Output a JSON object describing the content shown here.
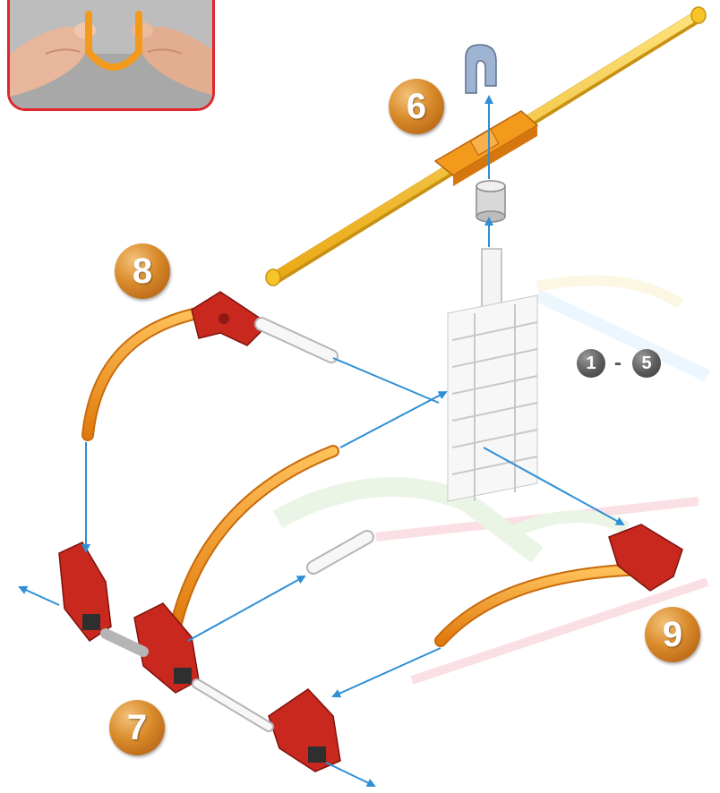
{
  "steps": {
    "step6": "6",
    "step7": "7",
    "step8": "8",
    "step9": "9"
  },
  "range": {
    "from": "1",
    "separator": "-",
    "to": "5"
  },
  "colors": {
    "yellow_rod": "#f7c52a",
    "orange_rod": "#f39a1d",
    "red_connector": "#c8281e",
    "arrow_blue": "#2e8fd6",
    "inset_border": "#e2262b"
  },
  "icons": [
    "hands-bending-rod-photo",
    "blue-clip-part",
    "grey-spacer-part",
    "yellow-rod-part",
    "orange-connector-part",
    "white-hub-part",
    "red-corner-connector-part",
    "orange-curved-rod-part",
    "white-short-rod-part"
  ]
}
